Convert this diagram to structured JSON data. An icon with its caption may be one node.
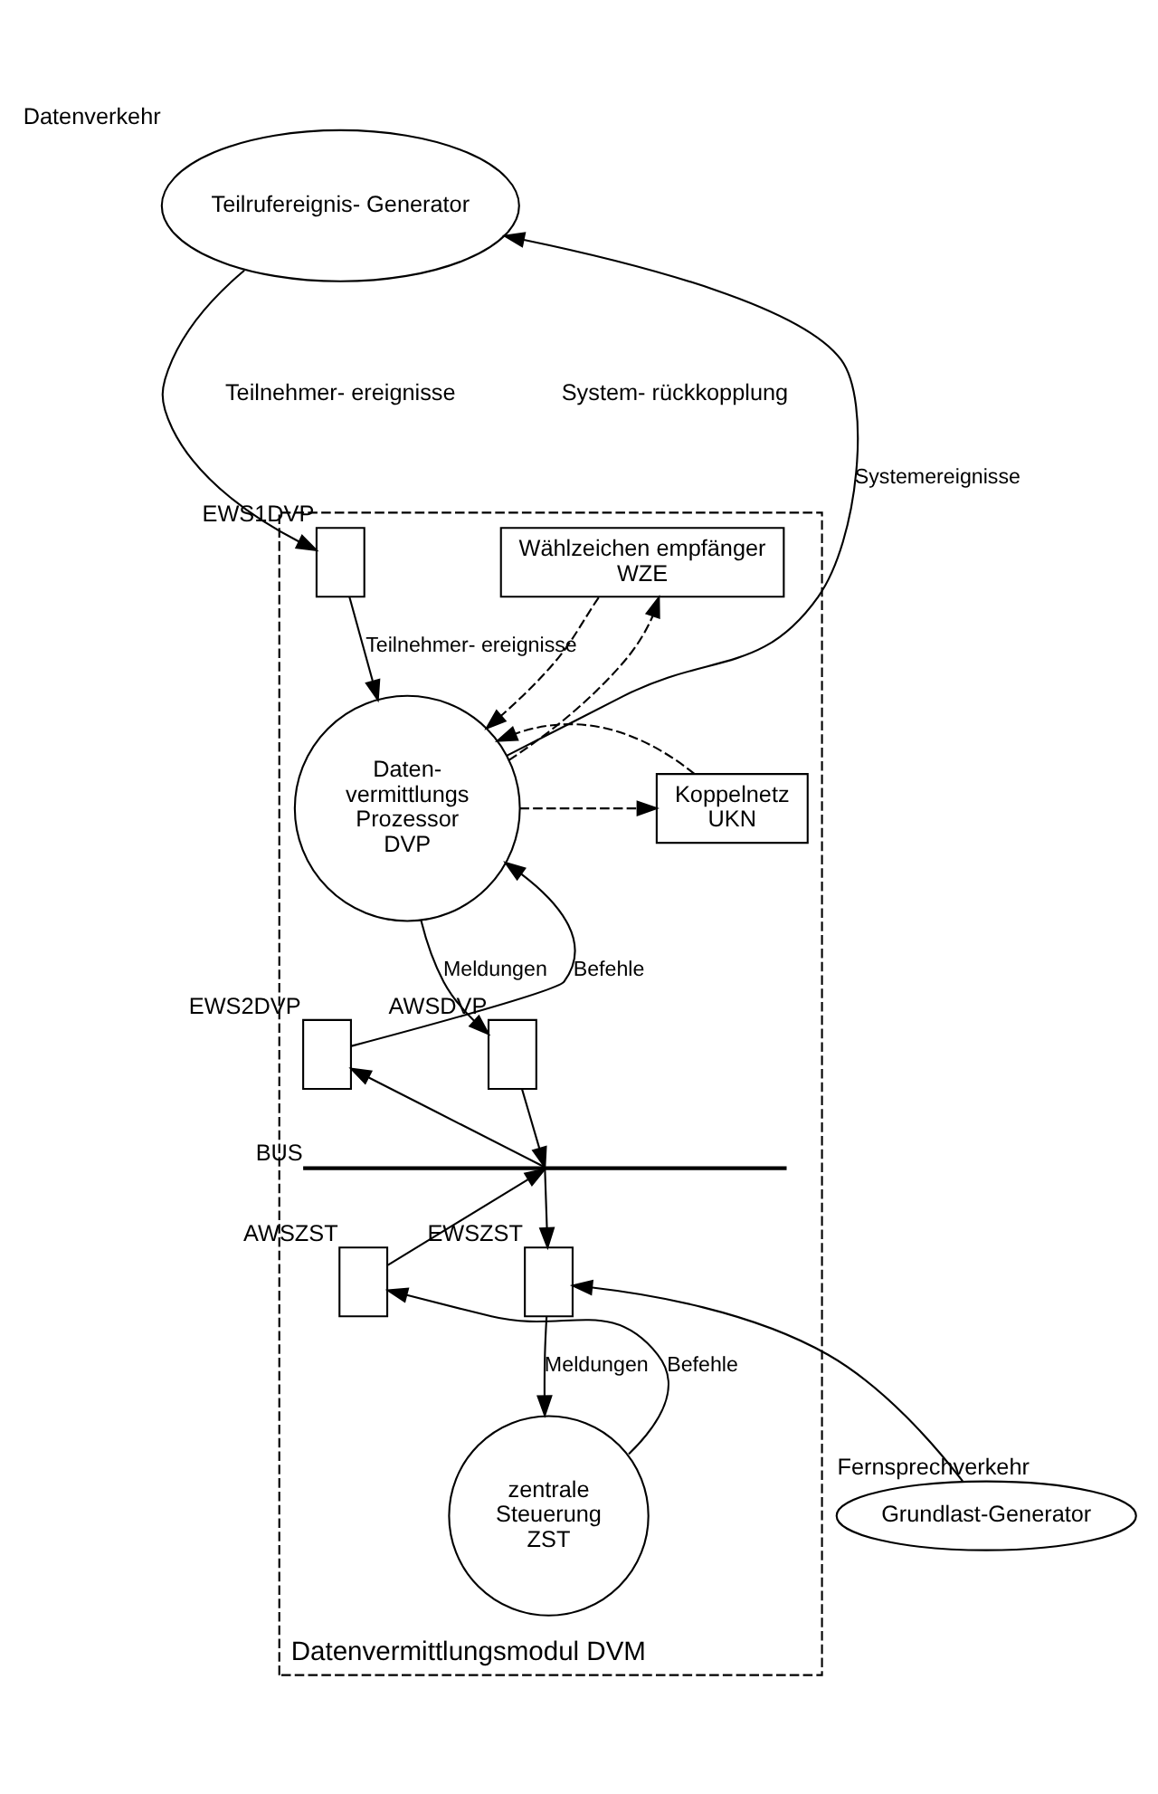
{
  "diagram": {
    "nodes": [
      {
        "text": [
          "Teilrufereignis- Generator"
        ],
        "beside": [
          "Datenverkehr"
        ]
      },
      {
        "text": [
          "Datenvermittlungsmodul DVM"
        ]
      },
      {
        "text": [],
        "shape": "box",
        "beside": [
          "EWS1DVP"
        ],
        "in": 1
      },
      {
        "text": [
          "Wählzeichen empfänger",
          "WZE"
        ],
        "in": 1
      },
      {
        "text": [
          "Daten- vermittlungs Prozessor",
          "DVP"
        ],
        "in": 1
      },
      {
        "text": [
          "Koppelnetz",
          "UKN"
        ],
        "in": 1
      },
      {
        "text": [],
        "shape": "box",
        "beside": [
          "EWS2DVP"
        ],
        "in": 1
      },
      {
        "text": [],
        "shape": "box",
        "beside": [
          "AWSDVP"
        ],
        "in": 1
      },
      {
        "text": [],
        "shape": "bar",
        "beside": [
          "BUS"
        ],
        "in": 1
      },
      {
        "text": [],
        "shape": "box",
        "beside": [
          "AWSZST"
        ],
        "in": 1
      },
      {
        "text": [],
        "shape": "box",
        "beside": [
          "EWSZST"
        ],
        "in": 1
      },
      {
        "text": [
          "zentrale Steuerung",
          "ZST"
        ],
        "in": 1
      },
      {
        "text": [
          "Grundlast-Generator"
        ],
        "beside": [
          "Fernsprechverkehr"
        ]
      }
    ],
    "edges": [
      {
        "from": 0,
        "to": 2,
        "arrow": "to"
      },
      {
        "from": 2,
        "to": 4,
        "arrow": "to",
        "label": "Teilnehmer- ereignisse"
      },
      {
        "from": 4,
        "to": 0,
        "arrow": "to",
        "label": "Systemereignisse"
      },
      {
        "from": 4,
        "to": 3,
        "arrow": "to",
        "style": "dashed"
      },
      {
        "from": 3,
        "to": 4,
        "arrow": "to",
        "style": "dashed"
      },
      {
        "from": 4,
        "to": 5,
        "arrow": "to",
        "style": "dashed"
      },
      {
        "from": 5,
        "to": 4,
        "arrow": "to",
        "style": "dashed"
      },
      {
        "from": 6,
        "to": 4,
        "arrow": "to",
        "label": "Befehle"
      },
      {
        "from": 4,
        "to": 7,
        "arrow": "to",
        "label": "Meldungen"
      },
      {
        "from": 9,
        "to": 8,
        "arrow": "to"
      },
      {
        "from": 8,
        "to": 6,
        "arrow": "to"
      },
      {
        "from": 7,
        "to": 8,
        "arrow": "to"
      },
      {
        "from": 8,
        "to": 10,
        "arrow": "to"
      },
      {
        "from": 12,
        "to": 10,
        "arrow": "to"
      },
      {
        "from": 11,
        "to": 9,
        "arrow": "to",
        "label": "Befehle"
      },
      {
        "from": 10,
        "to": 11,
        "arrow": "to",
        "label": "Meldungen"
      }
    ],
    "labels": [
      "Teilnehmer- ereignisse",
      "System- rückkopplung"
    ]
  }
}
